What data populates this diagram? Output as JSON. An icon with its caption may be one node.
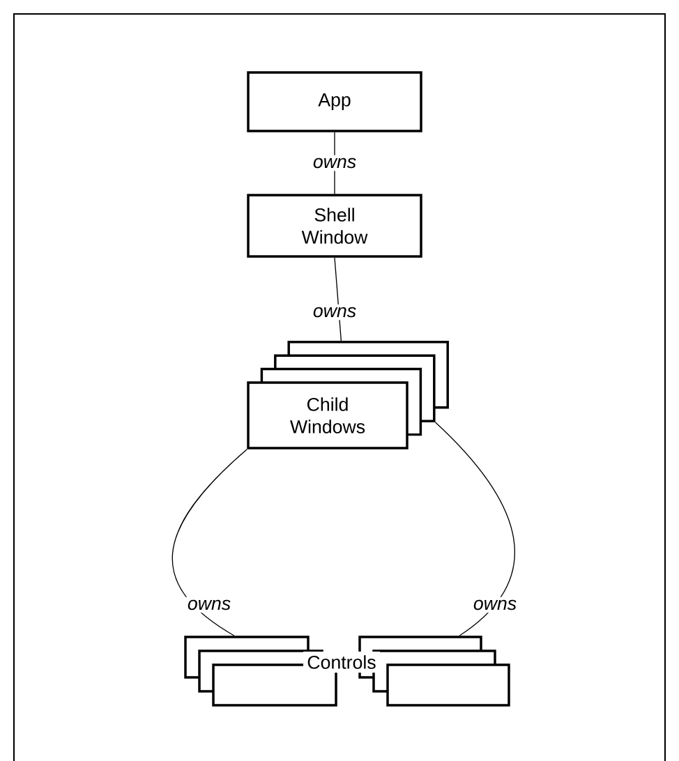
{
  "diagram": {
    "nodes": [
      {
        "text": [
          "App"
        ]
      },
      {
        "text": [
          "Shell Window"
        ]
      },
      {
        "text": [
          "Child Windows"
        ]
      },
      {
        "text": [],
        "shape": "box"
      },
      {
        "text": [],
        "shape": "box"
      }
    ],
    "edges": [
      {
        "from": 0,
        "to": 1,
        "arrow": "none",
        "label": "owns"
      },
      {
        "from": 1,
        "to": 2,
        "arrow": "none",
        "label": "owns"
      },
      {
        "from": 2,
        "to": 3,
        "arrow": "none",
        "label": "owns"
      },
      {
        "from": 2,
        "to": 4,
        "arrow": "none",
        "label": "owns"
      }
    ],
    "labels": [
      "Controls"
    ]
  }
}
